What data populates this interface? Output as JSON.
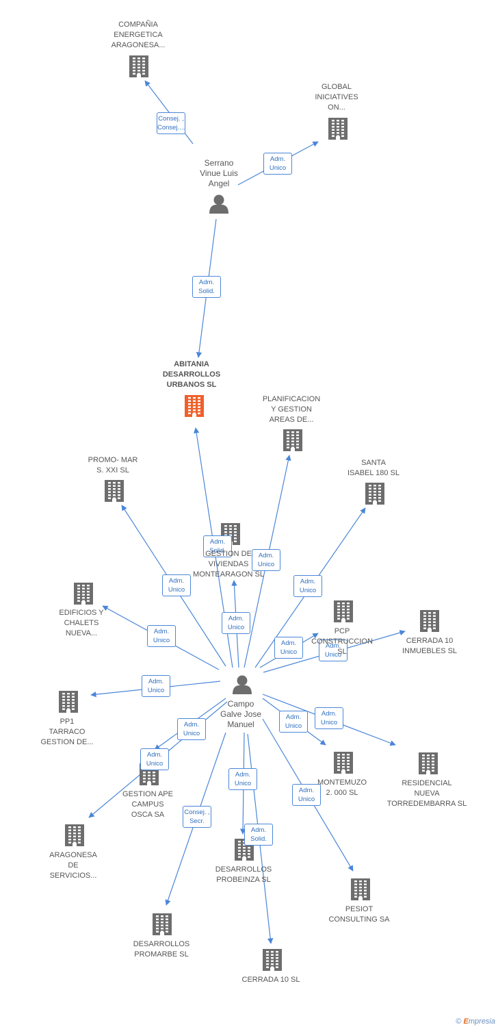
{
  "colors": {
    "edge": "#4a86d8",
    "building": "#6d6d6d",
    "focus_building": "#f0602a",
    "person": "#6d6d6d",
    "label_text": "#555555",
    "edge_text": "#2f6fbf"
  },
  "people": {
    "serrano": {
      "name": "Serrano\nVinue Luis\nAngel"
    },
    "campo": {
      "name": "Campo\nGalve Jose\nManuel"
    }
  },
  "companies": {
    "abitania": {
      "name": "ABITANIA\nDESARROLLOS\nURBANOS SL",
      "focus": true
    },
    "compania": {
      "name": "COMPAÑIA\nENERGETICA\nARAGONESA..."
    },
    "global": {
      "name": "GLOBAL\nINICIATIVES\nON..."
    },
    "planificacion": {
      "name": "PLANIFICACION\nY GESTION\nAREAS DE..."
    },
    "santa": {
      "name": "SANTA\nISABEL 180 SL"
    },
    "promo": {
      "name": "PROMO- MAR\nS.  XXI SL"
    },
    "gestion_viv": {
      "name": "GESTION DE\nVIVIENDAS\nMONTEARAGON SL"
    },
    "edificios": {
      "name": "EDIFICIOS Y\nCHALETS\nNUEVA..."
    },
    "pcp": {
      "name": "PCP\nCONSTRUCCION\nSL"
    },
    "cerrada_inm": {
      "name": "CERRADA 10\nINMUEBLES SL"
    },
    "pp1": {
      "name": "PP1\nTARRACO\nGESTION DE..."
    },
    "gestion_ape": {
      "name": "GESTION APE\nCAMPUS\nOSCA SA"
    },
    "montemuzo": {
      "name": "MONTEMUZO\n2. 000 SL"
    },
    "residencial": {
      "name": "RESIDENCIAL\nNUEVA\nTORREDEMBARRA SL"
    },
    "aragonesa_serv": {
      "name": "ARAGONESA\nDE\nSERVICIOS..."
    },
    "probeinza": {
      "name": "DESARROLLOS\nPROBEINZA SL"
    },
    "pesiot": {
      "name": "PESIOT\nCONSULTING SA"
    },
    "promarbe": {
      "name": "DESARROLLOS\nPROMARBE SL"
    },
    "cerrada": {
      "name": "CERRADA 10 SL"
    }
  },
  "edges": [
    {
      "id": "e1",
      "from": "serrano",
      "to": "compania",
      "role": "Consej. ,\nConsej...."
    },
    {
      "id": "e2",
      "from": "serrano",
      "to": "global",
      "role": "Adm.\nUnico"
    },
    {
      "id": "e3",
      "from": "serrano",
      "to": "abitania",
      "role": "Adm.\nSolid."
    },
    {
      "id": "e4",
      "from": "campo",
      "to": "abitania",
      "role": "Adm.\nSolid."
    },
    {
      "id": "e5",
      "from": "campo",
      "to": "planificacion",
      "role": "Adm.\nUnico"
    },
    {
      "id": "e6",
      "from": "campo",
      "to": "promo",
      "role": "Adm.\nUnico"
    },
    {
      "id": "e7",
      "from": "campo",
      "to": "santa",
      "role": "Adm.\nUnico"
    },
    {
      "id": "e8",
      "from": "campo",
      "to": "gestion_viv",
      "role": "Adm.\nUnico"
    },
    {
      "id": "e9",
      "from": "campo",
      "to": "edificios",
      "role": "Adm.\nUnico"
    },
    {
      "id": "e10",
      "from": "campo",
      "to": "pcp",
      "role": "Adm.\nUnico"
    },
    {
      "id": "e11",
      "from": "campo",
      "to": "cerrada_inm",
      "role": "Adm.\nUnico"
    },
    {
      "id": "e12",
      "from": "campo",
      "to": "pp1",
      "role": "Adm.\nUnico"
    },
    {
      "id": "e13",
      "from": "campo",
      "to": "gestion_ape",
      "role": "Adm.\nUnico"
    },
    {
      "id": "e14",
      "from": "campo",
      "to": "aragonesa_serv",
      "role": "Adm.\nUnico"
    },
    {
      "id": "e15",
      "from": "campo",
      "to": "montemuzo",
      "role": "Adm.\nUnico"
    },
    {
      "id": "e16",
      "from": "campo",
      "to": "residencial",
      "role": "Adm.\nUnico"
    },
    {
      "id": "e17",
      "from": "campo",
      "to": "probeinza",
      "role": "Adm.\nUnico"
    },
    {
      "id": "e18",
      "from": "campo",
      "to": "pesiot",
      "role": "Adm.\nUnico"
    },
    {
      "id": "e19",
      "from": "campo",
      "to": "promarbe",
      "role": "Consej. ,\nSecr."
    },
    {
      "id": "e20",
      "from": "campo",
      "to": "cerrada",
      "role": "Adm.\nSolid."
    }
  ],
  "footer": {
    "copyright": "©",
    "brand_e": "E",
    "brand_rest": "mpresia"
  }
}
